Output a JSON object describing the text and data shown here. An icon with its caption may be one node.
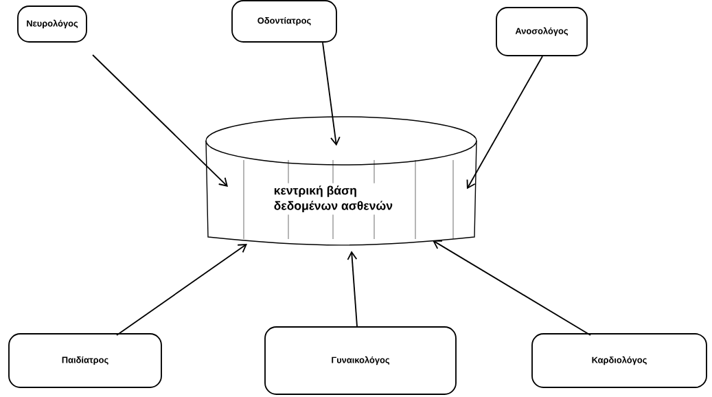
{
  "diagram": {
    "nodes": [
      {
        "text": [
          "Νευρολόγος"
        ]
      },
      {
        "text": [
          "Οδοντίατρος"
        ]
      },
      {
        "text": [
          "Ανοσολόγος"
        ]
      },
      {
        "text": [
          "κεντρική βάση δεδομένων ασθενών"
        ]
      },
      {
        "text": [
          "Παιδίατρος"
        ]
      },
      {
        "text": [
          "Γυναικολόγος"
        ]
      },
      {
        "text": [
          "Καρδιολόγος"
        ]
      }
    ],
    "edges": [
      {
        "from": 0,
        "to": 3,
        "arrow": "to"
      },
      {
        "from": 1,
        "to": 3,
        "arrow": "to"
      },
      {
        "from": 2,
        "to": 3,
        "arrow": "to"
      },
      {
        "from": 4,
        "to": 3,
        "arrow": "to"
      },
      {
        "from": 5,
        "to": 3,
        "arrow": "to"
      },
      {
        "from": 6,
        "to": 3,
        "arrow": "to"
      }
    ]
  }
}
